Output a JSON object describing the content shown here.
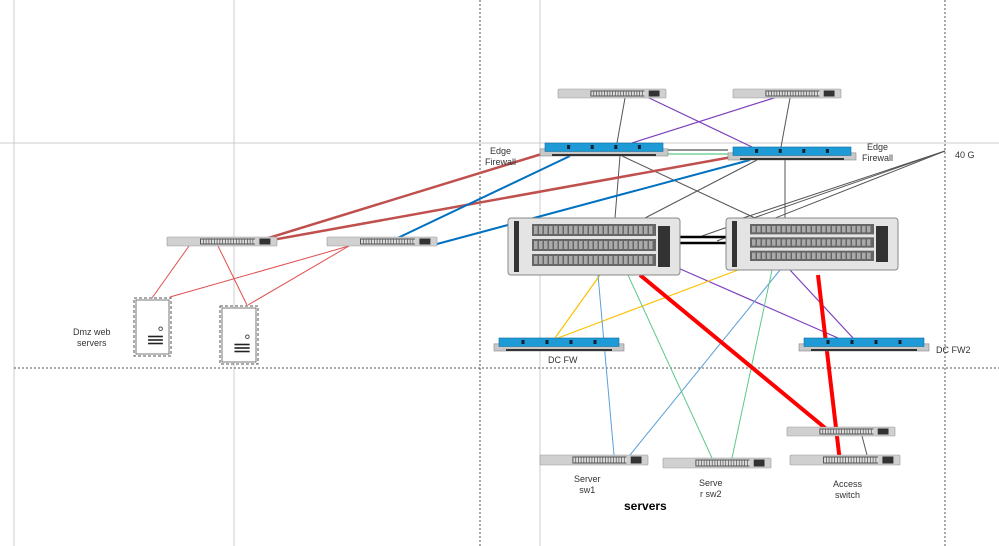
{
  "labels": {
    "edge_firewall_left": "Edge\nFirewall",
    "edge_firewall_right": "Edge\nFirewall",
    "link_speed": "40 G",
    "dmz_web_servers": "Dmz web\nservers",
    "dc_fw": "DC FW",
    "dc_fw2": "DC FW2",
    "server_sw1": "Server\nsw1",
    "server_sw2": "Serve\nr sw2",
    "access_switch": "Access\nswitch",
    "servers_zone": "servers"
  },
  "colors": {
    "dmz_uplink": "#c0504d",
    "dmz_uplink_blue": "#0070c0",
    "dmz_server_link": "#e05050",
    "mgmt_link": "#555555",
    "purple_link": "#7e3fbf",
    "green_link": "#5ec98a",
    "yellow_link": "#ffc000",
    "blue_thin_link": "#5aa0dc",
    "access_uplink": "#ff0000",
    "firewall_body": "#1e9bd7",
    "switch_body": "#d0d0d0"
  },
  "devices": [
    {
      "id": "top-switch-1",
      "type": "switch"
    },
    {
      "id": "top-switch-2",
      "type": "switch"
    },
    {
      "id": "edge-firewall-1",
      "type": "firewall"
    },
    {
      "id": "edge-firewall-2",
      "type": "firewall"
    },
    {
      "id": "core-switch-1",
      "type": "chassis"
    },
    {
      "id": "core-switch-2",
      "type": "chassis"
    },
    {
      "id": "dmz-switch-1",
      "type": "switch"
    },
    {
      "id": "dmz-switch-2",
      "type": "switch"
    },
    {
      "id": "dmz-web-server-1",
      "type": "server"
    },
    {
      "id": "dmz-web-server-2",
      "type": "server"
    },
    {
      "id": "dc-firewall",
      "type": "firewall"
    },
    {
      "id": "dc-firewall-2",
      "type": "firewall"
    },
    {
      "id": "server-switch-1",
      "type": "switch"
    },
    {
      "id": "server-switch-2",
      "type": "switch"
    },
    {
      "id": "access-switch-top",
      "type": "switch"
    },
    {
      "id": "access-switch-bottom",
      "type": "switch"
    }
  ]
}
